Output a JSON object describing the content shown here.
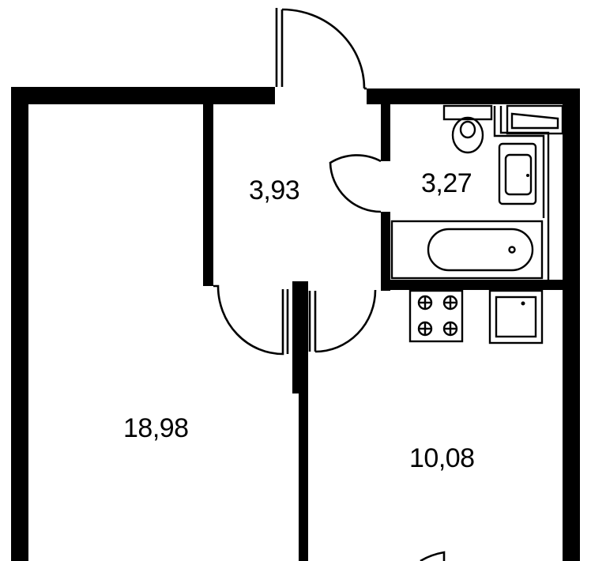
{
  "rooms": [
    {
      "name": "living-room-area",
      "area": "18,98"
    },
    {
      "name": "hallway-area",
      "area": "3,93"
    },
    {
      "name": "bathroom-area",
      "area": "3,27"
    },
    {
      "name": "kitchen-area",
      "area": "10,08"
    }
  ],
  "colors": {
    "wall": "#000000",
    "background": "#ffffff"
  }
}
